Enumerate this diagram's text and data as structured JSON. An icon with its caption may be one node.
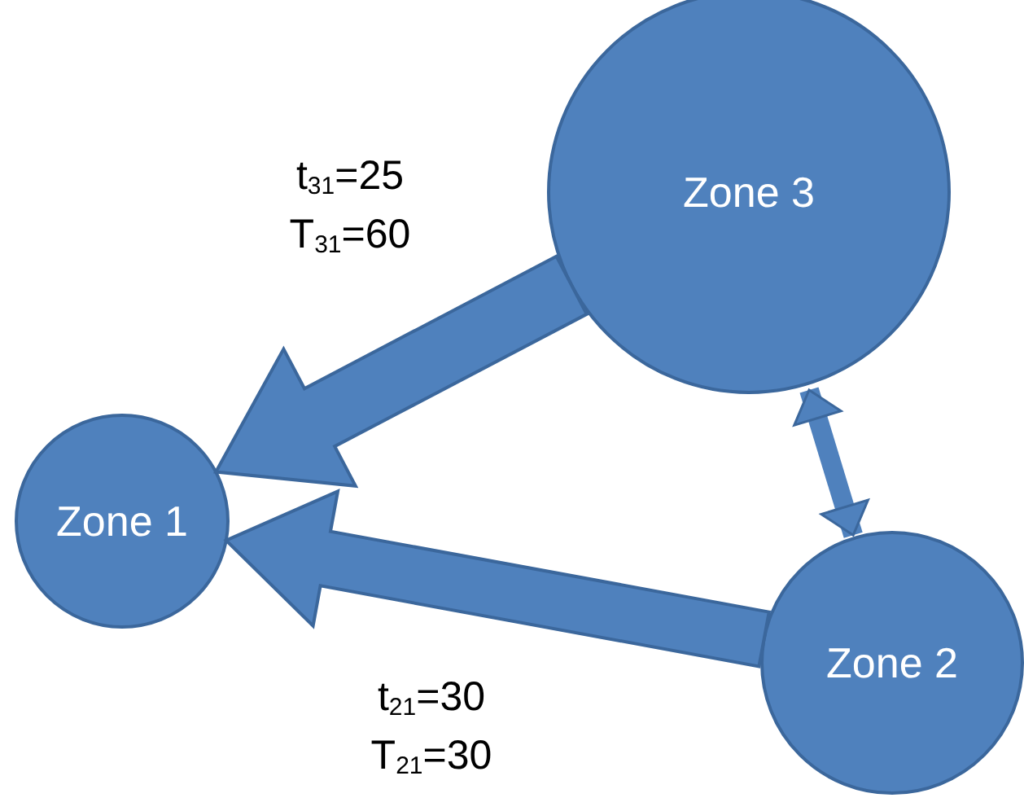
{
  "diagram": {
    "nodes": [
      {
        "text": [
          "Zone 3"
        ]
      },
      {
        "text": [
          "Zone 1"
        ]
      },
      {
        "text": [
          "Zone 2"
        ]
      }
    ],
    "edges": [
      {
        "from": 0,
        "to": 1,
        "arrow": "to",
        "label": "t$_{31}$=25 T$_{31}$=60"
      },
      {
        "from": 2,
        "to": 1,
        "arrow": "to",
        "label": "t$_{21}$=30 T$_{21}$=30"
      },
      {
        "from": 0,
        "to": 2,
        "arrow": "both"
      }
    ]
  }
}
